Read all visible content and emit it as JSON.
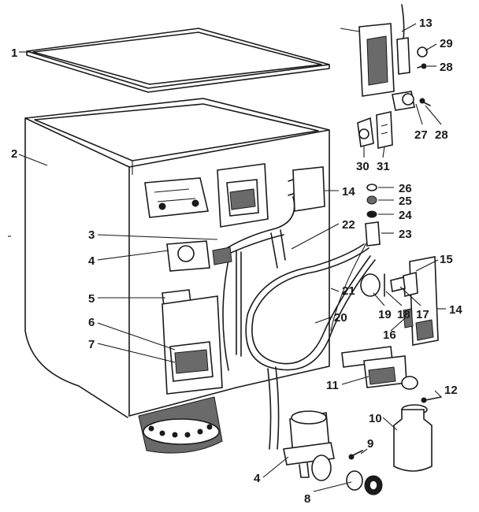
{
  "diagram": {
    "part_labels": [
      "1",
      "2",
      "3",
      "4",
      "5",
      "6",
      "7",
      "8",
      "9",
      "10",
      "11",
      "12",
      "13",
      "14",
      "15",
      "16",
      "17",
      "18",
      "19",
      "20",
      "21",
      "22",
      "23",
      "24",
      "25",
      "26",
      "27",
      "28",
      "29",
      "30",
      "31"
    ],
    "callouts": {
      "c1": "1",
      "c2": "2",
      "c3": "3",
      "c4a": "4",
      "c5": "5",
      "c6": "6",
      "c7": "7",
      "c4b": "4",
      "c8": "8",
      "c9": "9",
      "c10": "10",
      "c11": "11",
      "c12": "12",
      "c13": "13",
      "c29": "29",
      "c28a": "28",
      "c27": "27",
      "c28b": "28",
      "c30": "30",
      "c31": "31",
      "c14a": "14",
      "c26": "26",
      "c25": "25",
      "c24": "24",
      "c23": "23",
      "c22": "22",
      "c21": "21",
      "c20": "20",
      "c15": "15",
      "c14b": "14",
      "c19": "19",
      "c18": "18",
      "c17": "17",
      "c16": "16"
    }
  }
}
